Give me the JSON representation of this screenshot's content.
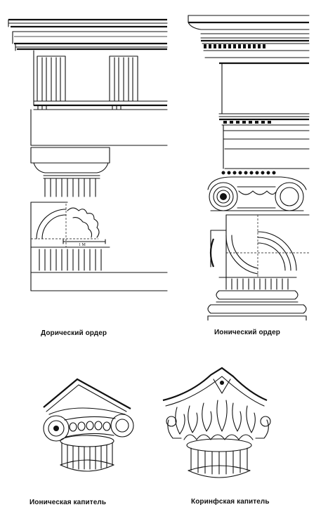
{
  "plate": {
    "figures": [
      {
        "id": "doric-order",
        "caption": "Дорический ордер"
      },
      {
        "id": "ionic-order",
        "caption": "Ионический ордер"
      },
      {
        "id": "ionic-capital",
        "caption": "Ионическая капитель"
      },
      {
        "id": "corinthian-capital",
        "caption": "Коринфская капитель"
      }
    ],
    "doric_dimension_label": "1 М"
  }
}
